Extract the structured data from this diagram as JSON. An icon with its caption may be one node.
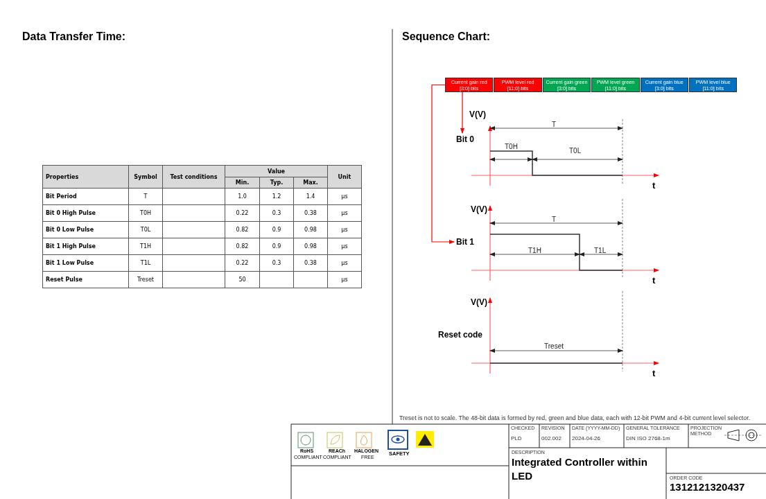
{
  "diagram": {
    "caption": "Treset is not to scale. The 48-bit data is formed by red, green and blue data, each with 12-bit PWM and 4-bit current level selector.",
    "nodes": [
      {
        "text": [
          "Current gain red [3:0] bits"
        ]
      },
      {
        "text": [
          "PWM level red [11:0] bits"
        ]
      },
      {
        "text": [
          "Current gain green [3:0] bits"
        ]
      },
      {
        "text": [
          "PWM level green [11:0] bits"
        ]
      },
      {
        "text": [
          "Current gain blue [3:0] bits"
        ]
      },
      {
        "text": [
          "PWM level blue [11:0] bits"
        ]
      },
      {
        "text": [
          "Bit 0"
        ]
      },
      {
        "text": [
          "Bit 1"
        ]
      }
    ],
    "edges": [
      {
        "from": 0,
        "to": 6,
        "arrow": "to",
        "color": "#ff0000"
      },
      {
        "from": 0,
        "to": 7,
        "arrow": "to",
        "color": "#ff0000"
      }
    ],
    "labels": [
      "Data Transfer Time:",
      "Sequence Chart:",
      "Properties",
      "Symbol",
      "Test conditions",
      "Value",
      "Unit",
      "Min.",
      "Typ.",
      "Max.",
      "Bit Period",
      "T",
      "1.0",
      "1.2",
      "1.4",
      "µs",
      "Bit 0 High Pulse",
      "T0H",
      "0.22",
      "0.3",
      "0.38",
      "µs",
      "Bit 0 Low Pulse",
      "T0L",
      "0.82",
      "0.9",
      "0.98",
      "µs",
      "Bit 1 High Pulse",
      "T1H",
      "0.82",
      "0.9",
      "0.98",
      "µs",
      "Bit 1 Low Pulse",
      "T1L",
      "0.22",
      "0.3",
      "0.38",
      "µs",
      "Reset Pulse",
      "Treset",
      "50",
      "µs",
      "V(V)",
      "T",
      "T0H",
      "T0L",
      "t",
      "V(V)",
      "T",
      "T1H",
      "T1L",
      "t",
      "V(V)",
      "Reset code",
      "Treset",
      "t",
      "RoHS",
      "COMPLIANT",
      "REACh",
      "COMPLIANT",
      "HALOGEN",
      "FREE",
      "SAFETY",
      "CHECKED",
      "PLD",
      "REVISION",
      "002.002",
      "DATE (YYYY-MM-DD)",
      "2024-04-26",
      "GENERAL TOLERANCE",
      "DIN ISO 2768-1m",
      "PROJECTION METHOD",
      "DESCRIPTION",
      "Integrated Controller within LED",
      "ORDER CODE",
      "1312121320437"
    ]
  }
}
